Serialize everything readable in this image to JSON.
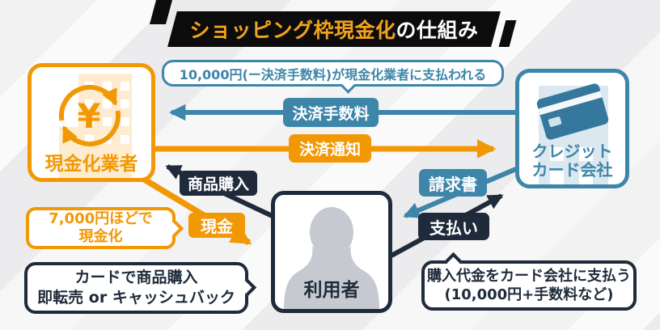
{
  "title": {
    "highlight": "ショッピング枠現金化",
    "rest": "の仕組み"
  },
  "nodes": {
    "cash_business": {
      "label": "現金化業者",
      "icon": "yen-cycle-building-icon",
      "yen_symbol": "¥"
    },
    "card_company": {
      "label_line1": "クレジット",
      "label_line2": "カード会社",
      "icon": "credit-card-building-icon"
    },
    "user": {
      "label": "利用者",
      "icon": "person-silhouette-icon"
    }
  },
  "arrows": {
    "settlement_fee": {
      "label": "決済手数料",
      "direction": "card-company-to-cash-business",
      "color": "teal"
    },
    "settlement_notice": {
      "label": "決済通知",
      "direction": "cash-business-to-card-company",
      "color": "orange"
    },
    "product_purchase": {
      "label": "商品購入",
      "direction": "user-to-cash-business",
      "color": "navy"
    },
    "cash": {
      "label": "現金",
      "direction": "cash-business-to-user",
      "color": "orange"
    },
    "invoice": {
      "label": "請求書",
      "direction": "card-company-to-user",
      "color": "teal"
    },
    "payment": {
      "label": "支払い",
      "direction": "user-to-card-company",
      "color": "navy"
    }
  },
  "callouts": {
    "top": {
      "text": "10,000円(ー決済手数料)が現金化業者に支払われる"
    },
    "cash_out": {
      "line1": "7,000円ほどで",
      "line2": "現金化"
    },
    "purchase_note": {
      "line1": "カードで商品購入",
      "line2": "即転売 or キャッシュバック"
    },
    "payment_note": {
      "line1": "購入代金をカード会社に支払う",
      "line2": "(10,000円+手数料など)"
    }
  },
  "colors": {
    "orange": "#f39805",
    "teal": "#3d86aa",
    "navy": "#1f2b3a",
    "banner_black": "#0c0c0c",
    "banner_highlight": "#f2a31c",
    "light_orange_building": "#fdecd0",
    "light_blue_building": "#dce8f0",
    "silhouette_gray": "#c6cad0",
    "background": "#f1f1f2"
  }
}
